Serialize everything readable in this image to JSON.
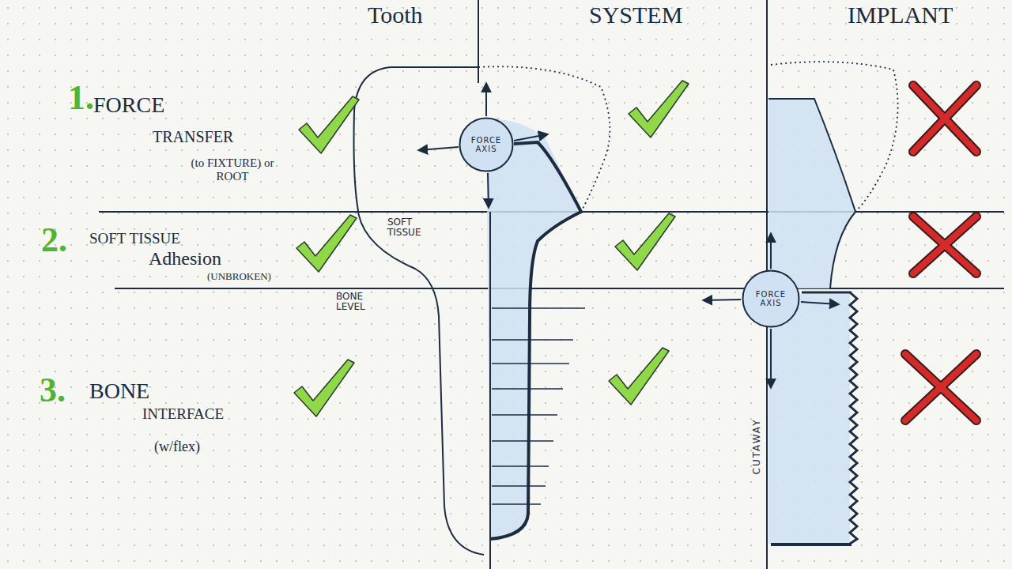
{
  "diagram": {
    "nodes": [
      {
        "text": [
          "FORCE AXIS"
        ]
      },
      {
        "text": [
          "FORCE AXIS"
        ]
      }
    ],
    "labels": [
      "Tooth",
      "SYSTEM",
      "IMPLANT",
      "1.",
      "FORCE",
      "TRANSFER",
      "(to FIXTURE) or ROOT",
      "2.",
      "SOFT TISSUE",
      "Adhesion",
      "(UNBROKEN)",
      "3.",
      "BONE",
      "INTERFACE",
      "(w/flex)",
      "SOFT TISSUE",
      "BONE LEVEL",
      "CUTAWAY"
    ]
  }
}
